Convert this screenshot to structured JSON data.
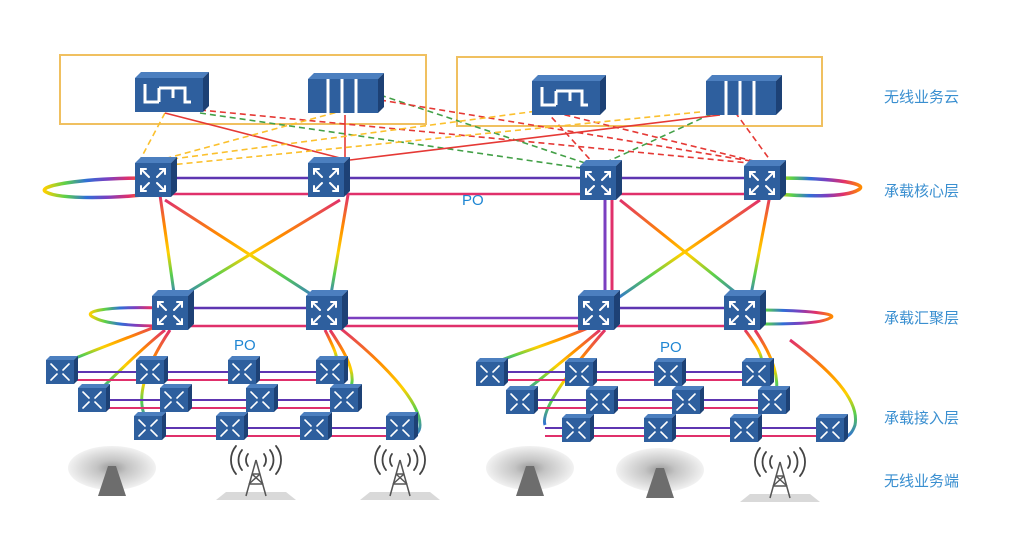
{
  "layers": {
    "cloud": "无线业务云",
    "core": "承载核心层",
    "aggregation": "承载汇聚层",
    "access": "承载接入层",
    "terminal": "无线业务端"
  },
  "po_labels": [
    "PO",
    "PO",
    "PO"
  ],
  "colors": {
    "device_fill": "#2e5f9e",
    "device_dark": "#1d4175",
    "device_light": "#4c7fbf",
    "frame": "#f0c060",
    "label_blue": "#3a8fd0",
    "red": "#e53935",
    "green": "#43a047",
    "yellow": "#fbc02d",
    "purple": "#5e35b1",
    "pink": "#d81b60"
  },
  "icons": [
    "server-icon",
    "switch-icon",
    "radio-tower-icon",
    "wireless-coverage-icon"
  ]
}
